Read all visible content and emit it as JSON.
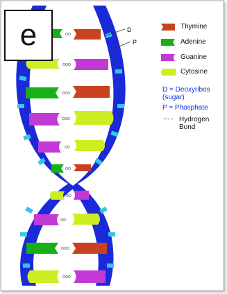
{
  "panel_label": "e",
  "pointer_labels": {
    "d": "D",
    "p": "P"
  },
  "legend": {
    "bases": [
      {
        "name": "Thymine",
        "color": "#c9421f",
        "icon": "thymine-swatch"
      },
      {
        "name": "Adenine",
        "color": "#18b018",
        "icon": "adenine-swatch"
      },
      {
        "name": "Guanine",
        "color": "#c23ad6",
        "icon": "guanine-swatch"
      },
      {
        "name": "Cytosine",
        "color": "#ccee22",
        "icon": "cytosine-swatch"
      }
    ],
    "key_d_line1": "D = Deoxyribos",
    "key_d_line2": "(sugar)",
    "key_p": "P = Phosphate",
    "key_h_symbol": "∘∘∘",
    "key_h_line1": "Hydrogen",
    "key_h_line2": "Bond"
  },
  "colors": {
    "backbone": "#1a2ad8",
    "phosphate": "#33c6e8",
    "thymine": "#c9421f",
    "adenine": "#18b018",
    "guanine": "#c23ad6",
    "cytosine": "#ccee22",
    "hbond": "#9a9a9a"
  }
}
